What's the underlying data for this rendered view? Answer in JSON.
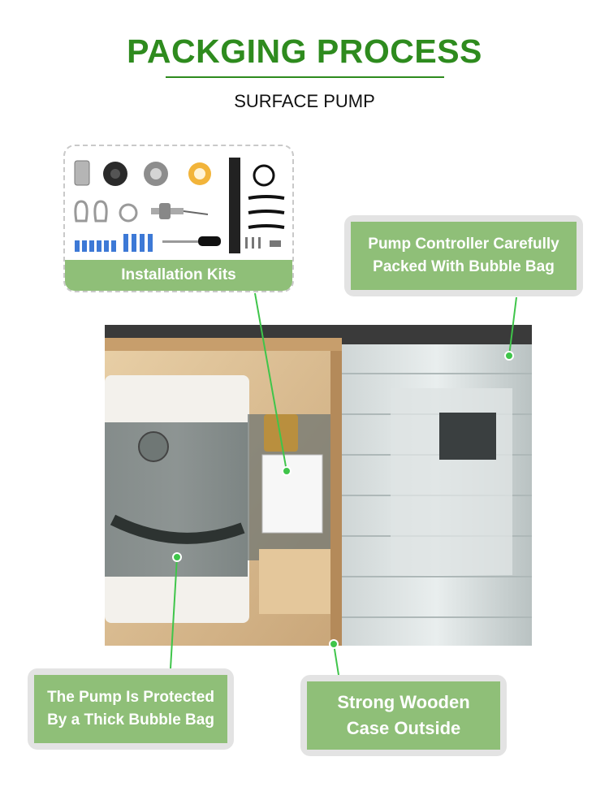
{
  "header": {
    "title": "PACKGING PROCESS",
    "subtitle": "SURFACE PUMP"
  },
  "kits": {
    "label": "Installation Kits"
  },
  "callouts": {
    "controller": {
      "line1": "Pump Controller Carefully",
      "line2": "Packed With Bubble Bag"
    },
    "pump": {
      "line1": "The Pump Is Protected",
      "line2": "By a Thick Bubble Bag"
    },
    "case": {
      "line1": "Strong Wooden",
      "line2": "Case Outside"
    }
  },
  "colors": {
    "brand_green": "#2e8b1e",
    "label_green": "#8fbf78",
    "marker": "#3fc54a"
  }
}
